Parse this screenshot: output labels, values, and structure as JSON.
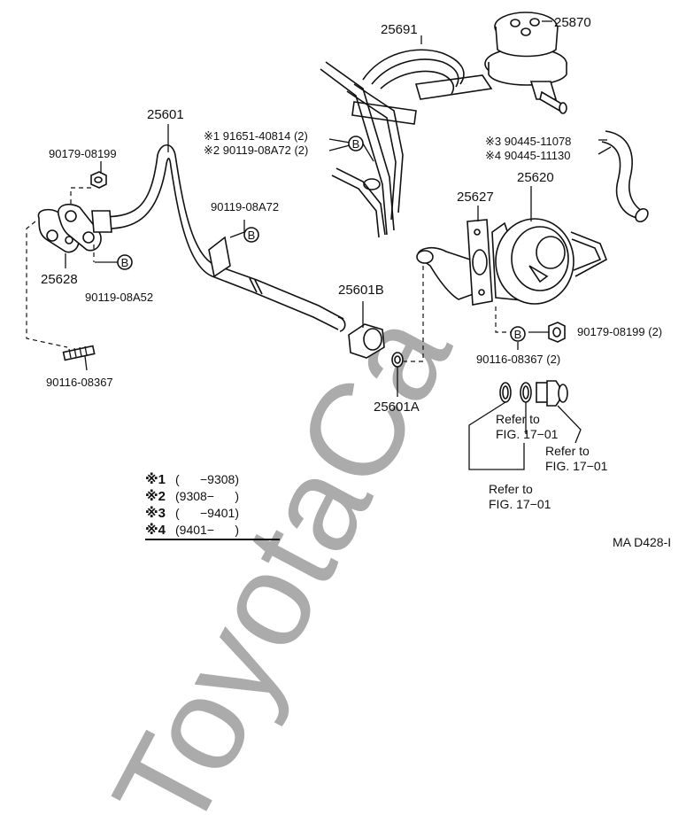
{
  "watermark": "ToyotaCa",
  "figure_code": "MA D428-I",
  "parts": {
    "p25691": "25691",
    "p25870": "25870",
    "p25601": "25601",
    "p91651": "※1 91651-40814 (2)",
    "p90119a72_2": "※2 90119-08A72 (2)",
    "p90179_08199": "90179-08199",
    "p90119_08a72": "90119-08A72",
    "p25628": "25628",
    "p90119_08a52": "90119-08A52",
    "p90116_08367": "90116-08367",
    "p25601b": "25601B",
    "p25601a": "25601A",
    "p90445_11078": "※3 90445-11078",
    "p90445_11130": "※4 90445-11130",
    "p25627": "25627",
    "p25620": "25620",
    "p90179_08199_2": "90179-08199 (2)",
    "p90116_08367_2": "90116-08367 (2)"
  },
  "bolt_marker": "B",
  "refer": [
    {
      "line1": "Refer to",
      "line2": "FIG. 17−01"
    },
    {
      "line1": "Refer to",
      "line2": "FIG. 17−01"
    },
    {
      "line1": "Refer to",
      "line2": "FIG. 17−01"
    }
  ],
  "legend": [
    {
      "mark": "※1",
      "range": "(      −9308)"
    },
    {
      "mark": "※2",
      "range": "(9308−      )"
    },
    {
      "mark": "※3",
      "range": "(      −9401)"
    },
    {
      "mark": "※4",
      "range": "(9401−      )"
    }
  ]
}
